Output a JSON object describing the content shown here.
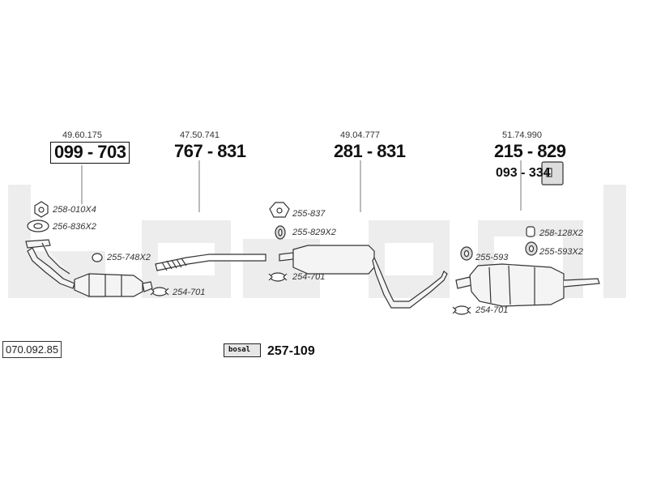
{
  "diagram": {
    "code": "070.092.85",
    "sections": [
      {
        "ref": "49.60.175",
        "part": "099 - 703",
        "boxed": true
      },
      {
        "ref": "47.50.741",
        "part": "767 - 831"
      },
      {
        "ref": "49.04.777",
        "part": "281 - 831"
      },
      {
        "ref": "51.74.990",
        "part": "215 - 829"
      }
    ],
    "extra_part": "093 - 334",
    "mount_kit": {
      "tag": "bosal",
      "part": "257-109"
    },
    "labels": [
      "258-010X4",
      "256-836X2",
      "255-748X2",
      "254-701",
      "255-837",
      "255-829X2",
      "254-701",
      "255-593",
      "258-128X2",
      "255-593X2",
      "254-701"
    ]
  }
}
